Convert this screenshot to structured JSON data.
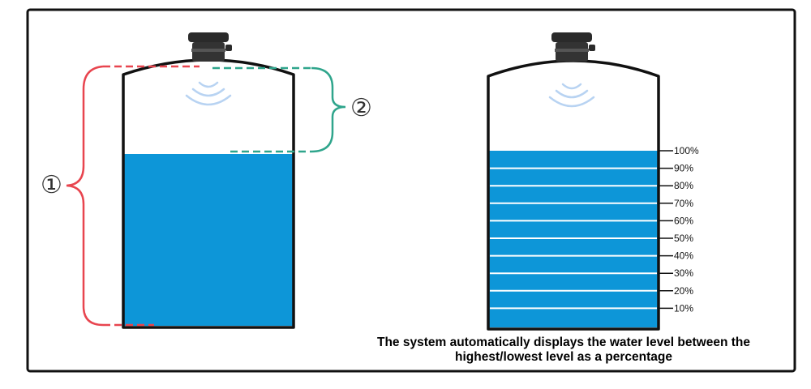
{
  "diagram": {
    "label_total": "①",
    "label_gap": "②",
    "level_ticks": [
      "100%",
      "90%",
      "80%",
      "70%",
      "60%",
      "50%",
      "40%",
      "30%",
      "20%",
      "10%"
    ],
    "fill_fraction_left": 0.72,
    "fill_fraction_right": 1.0,
    "caption_line1": "The system automatically displays the water level between the",
    "caption_line2": "highest/lowest level as a percentage"
  },
  "colors": {
    "water": "#0d96d8",
    "tank_outline": "#111111",
    "bracket_total": "#e8454f",
    "bracket_gap": "#2fa58c",
    "signal_waves": "#b8d3f2",
    "sensor": "#2a2a2a"
  }
}
